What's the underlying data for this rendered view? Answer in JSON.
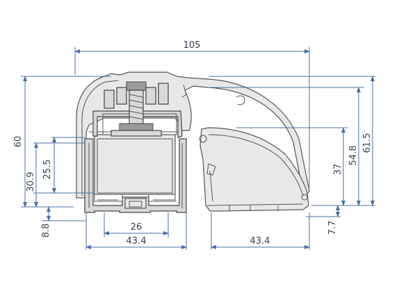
{
  "dimensions": {
    "overall_width": "105",
    "height_left": "60",
    "height_right_outer": "61.5",
    "height_right_mid": "54.8",
    "height_right_inner": "37",
    "left_inner_1": "25.5",
    "left_inner_2": "30.9",
    "bottom_left_small": "8.8",
    "bottom_right_small": "7.7",
    "channel_inner_width": "26",
    "channel_outer_width": "43.4",
    "right_bottom_width": "43.4"
  },
  "colors": {
    "dimension_line": "#4a6ea8",
    "profile_fill": "#e8e8e8",
    "outline": "#555555"
  }
}
